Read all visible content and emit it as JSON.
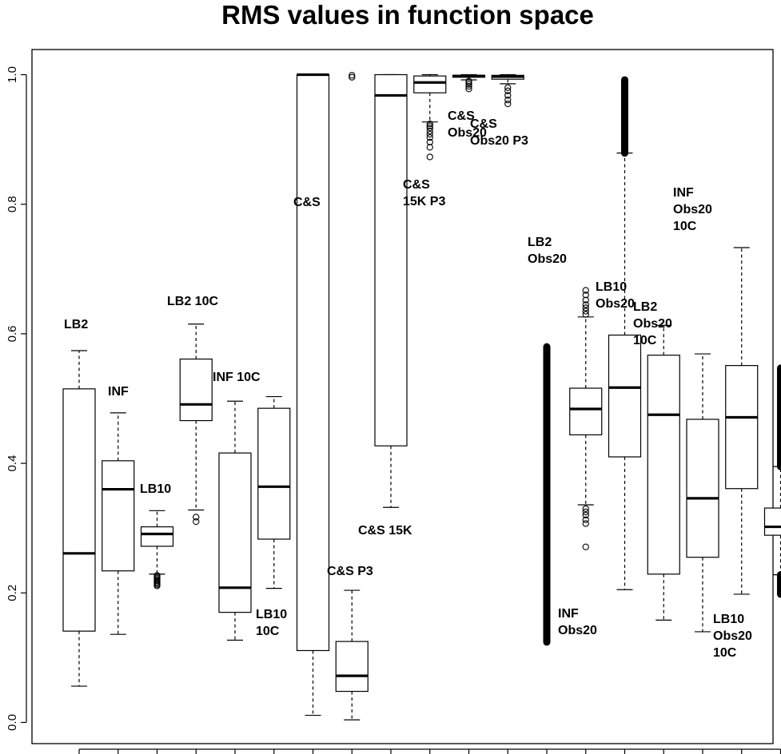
{
  "chart_data": {
    "type": "boxplot",
    "title": "RMS values in function space",
    "xlabel": "",
    "ylabel": "",
    "ylim": [
      0.0,
      1.0
    ],
    "y_ticks": [
      "0.0",
      "0.2",
      "0.4",
      "0.6",
      "0.8",
      "1.0"
    ],
    "grid": false,
    "legend": "none",
    "boxes": [
      {
        "label": [
          "LB2"
        ],
        "min": 0.056,
        "q1": 0.141,
        "median": 0.261,
        "q3": 0.515,
        "max": 0.574,
        "outliers": []
      },
      {
        "label": [
          "INF"
        ],
        "min": 0.136,
        "q1": 0.234,
        "median": 0.36,
        "q3": 0.404,
        "max": 0.478,
        "outliers": []
      },
      {
        "label": [
          "LB10"
        ],
        "min": 0.229,
        "q1": 0.272,
        "median": 0.291,
        "q3": 0.302,
        "max": 0.327,
        "outliers": [
          0.211,
          0.213,
          0.215,
          0.217,
          0.219,
          0.221,
          0.223,
          0.225,
          0.227
        ]
      },
      {
        "label": [
          "LB2 10C"
        ],
        "min": 0.328,
        "q1": 0.466,
        "median": 0.491,
        "q3": 0.561,
        "max": 0.615,
        "outliers": [
          0.31,
          0.317
        ]
      },
      {
        "label": [
          "INF 10C"
        ],
        "min": 0.127,
        "q1": 0.17,
        "median": 0.208,
        "q3": 0.416,
        "max": 0.496,
        "outliers": []
      },
      {
        "label": [
          "LB10",
          "10C"
        ],
        "min": 0.207,
        "q1": 0.283,
        "median": 0.364,
        "q3": 0.485,
        "max": 0.503,
        "outliers": []
      },
      {
        "label": [
          "C&S"
        ],
        "min": 0.011,
        "q1": 0.111,
        "median": 1.0,
        "q3": 1.0,
        "max": 1.0,
        "outliers": []
      },
      {
        "label": [
          "C&S P3"
        ],
        "min": 0.004,
        "q1": 0.048,
        "median": 0.072,
        "q3": 0.125,
        "max": 0.204,
        "outliers": [
          0.996,
          0.999
        ]
      },
      {
        "label": [
          "C&S 15K"
        ],
        "min": 0.332,
        "q1": 0.427,
        "median": 0.968,
        "q3": 1.0,
        "max": 1.0,
        "outliers": []
      },
      {
        "label": [
          "C&S",
          "15K P3"
        ],
        "min": 0.927,
        "q1": 0.972,
        "median": 0.988,
        "q3": 0.998,
        "max": 1.0,
        "outliers": [
          0.873,
          0.888,
          0.896,
          0.903,
          0.908,
          0.913,
          0.918,
          0.921,
          0.924
        ]
      },
      {
        "label": [
          "C&S",
          "Obs20"
        ],
        "min": 0.992,
        "q1": 0.996,
        "median": 0.998,
        "q3": 0.999,
        "max": 1.0,
        "outliers": [
          0.978,
          0.982,
          0.985,
          0.988,
          0.99
        ]
      },
      {
        "label": [
          "C&S",
          "Obs20 P3"
        ],
        "min": 0.986,
        "q1": 0.993,
        "median": 0.997,
        "q3": 0.999,
        "max": 1.0,
        "outliers": [
          0.955,
          0.961,
          0.968,
          0.975,
          0.98
        ]
      },
      {
        "label": [],
        "min": null,
        "q1": null,
        "median": null,
        "q3": null,
        "max": null,
        "outliers": [
          0.15,
          0.178,
          0.252,
          0.447,
          0.492,
          0.53
        ],
        "dense_outliers": [
          0.124,
          0.58
        ],
        "outliers_only": true
      },
      {
        "label": [
          "LB2",
          "Obs20"
        ],
        "min": 0.336,
        "q1": 0.444,
        "median": 0.484,
        "q3": 0.516,
        "max": 0.626,
        "outliers": [
          0.271,
          0.307,
          0.313,
          0.32,
          0.325,
          0.33,
          0.63,
          0.635,
          0.64,
          0.645,
          0.652,
          0.66,
          0.667
        ]
      },
      {
        "label": [
          "INF",
          "Obs20"
        ],
        "min": 0.205,
        "q1": 0.41,
        "median": 0.517,
        "q3": 0.598,
        "max": 0.879,
        "outliers": [],
        "dense_outliers": [
          0.879,
          0.992
        ]
      },
      {
        "label": [
          "LB10",
          "Obs20"
        ],
        "min": 0.158,
        "q1": 0.229,
        "median": 0.475,
        "q3": 0.567,
        "max": 0.613,
        "outliers": []
      },
      {
        "label": [
          "LB2",
          "Obs20",
          "10C"
        ],
        "min": 0.14,
        "q1": 0.255,
        "median": 0.346,
        "q3": 0.468,
        "max": 0.569,
        "outliers": []
      },
      {
        "label": [
          "INF",
          "Obs20",
          "10C"
        ],
        "min": 0.198,
        "q1": 0.361,
        "median": 0.471,
        "q3": 0.551,
        "max": 0.733,
        "outliers": []
      },
      {
        "label": [
          "LB10",
          "Obs20",
          "10C"
        ],
        "min": 0.228,
        "q1": 0.289,
        "median": 0.302,
        "q3": 0.331,
        "max": 0.395,
        "outliers": [],
        "dense_outliers": [
          0.198,
          0.228,
          0.395,
          0.547
        ]
      }
    ]
  }
}
